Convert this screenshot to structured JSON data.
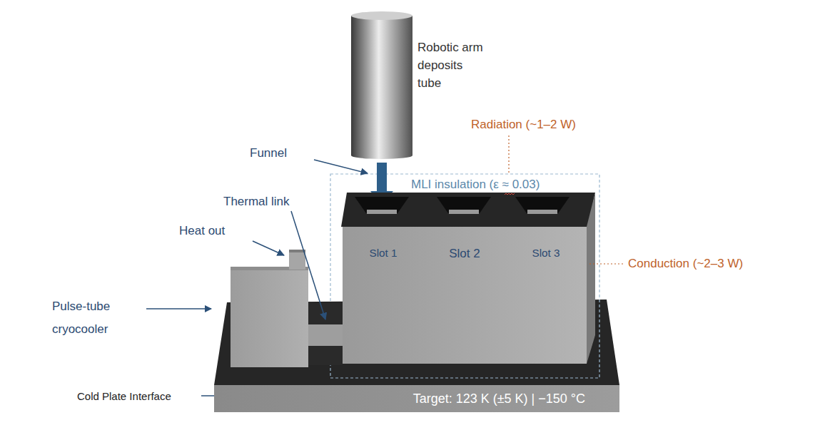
{
  "diagram": {
    "nodes": [
      {
        "text": [
          "Target: 123 K (±5 K) | −150 °C"
        ]
      },
      {
        "text": [
          "Slot 1",
          "Slot 2",
          "Slot 3"
        ]
      }
    ],
    "labels": [
      "Robotic arm deposits tube",
      "Funnel",
      "Radiation (~1–2 W)",
      "MLI insulation (ε ≈ 0.03)",
      "Thermal link",
      "Heat out",
      "Conduction (~2–3 W)",
      "Pulse-tube cryocooler",
      "Cold Plate Interface"
    ]
  }
}
